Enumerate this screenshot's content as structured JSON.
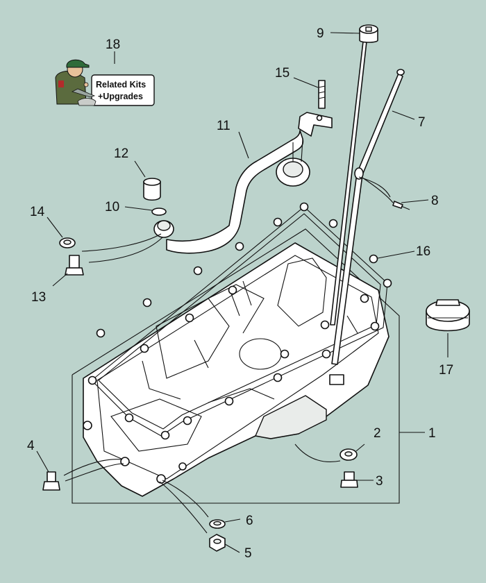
{
  "callouts": [
    {
      "id": "1",
      "label": "1"
    },
    {
      "id": "2",
      "label": "2"
    },
    {
      "id": "3",
      "label": "3"
    },
    {
      "id": "4",
      "label": "4"
    },
    {
      "id": "5",
      "label": "5"
    },
    {
      "id": "6",
      "label": "6"
    },
    {
      "id": "7",
      "label": "7"
    },
    {
      "id": "8",
      "label": "8"
    },
    {
      "id": "9",
      "label": "9"
    },
    {
      "id": "10",
      "label": "10"
    },
    {
      "id": "11",
      "label": "11"
    },
    {
      "id": "12",
      "label": "12"
    },
    {
      "id": "13",
      "label": "13"
    },
    {
      "id": "14",
      "label": "14"
    },
    {
      "id": "15",
      "label": "15"
    },
    {
      "id": "16",
      "label": "16"
    },
    {
      "id": "17",
      "label": "17"
    },
    {
      "id": "18",
      "label": "18"
    }
  ],
  "related_kits": {
    "line1": "Related Kits",
    "line2": "+Upgrades"
  },
  "colors": {
    "background": "#bcd3cc",
    "ink": "#111111",
    "part_fill": "#ffffff",
    "badge_shirt": "#5b6b3e",
    "badge_cap": "#2f6b3a"
  }
}
